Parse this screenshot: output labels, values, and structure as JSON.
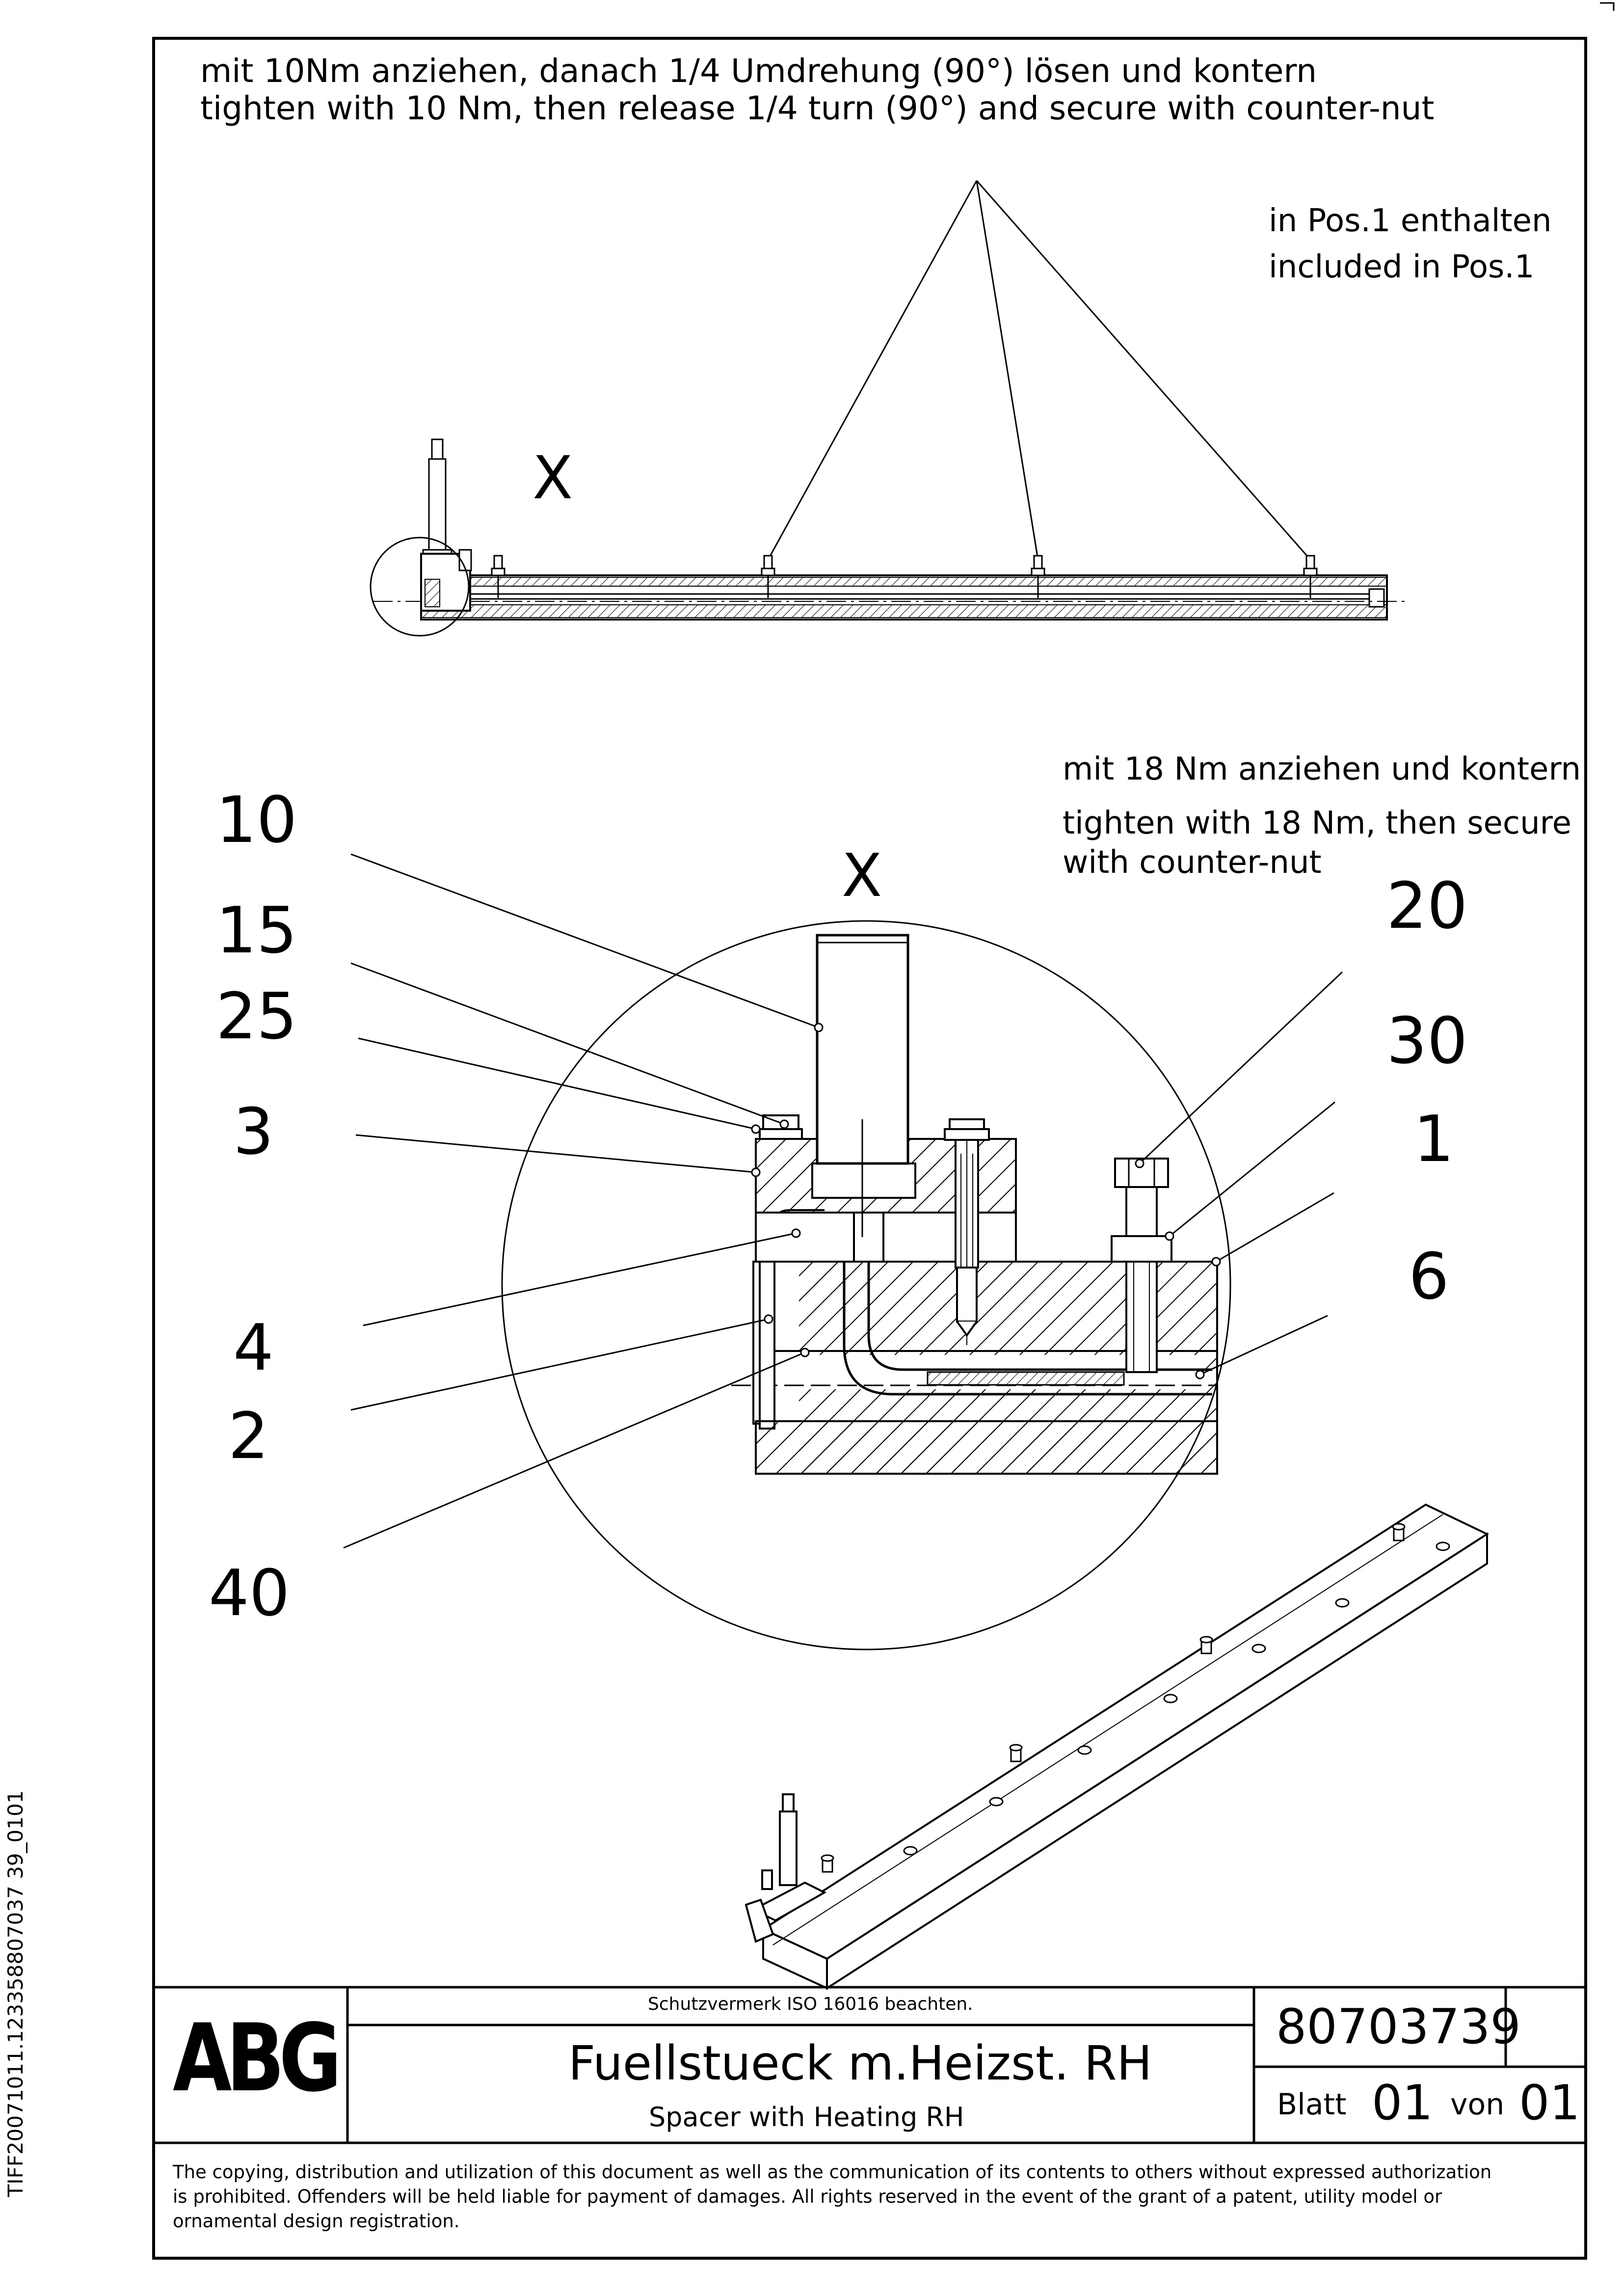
{
  "notes": {
    "torque_10_de": "mit 10Nm anziehen, danach 1/4 Umdrehung (90°) lösen und kontern",
    "torque_10_en": "tighten with 10 Nm, then release 1/4 turn (90°) and secure with counter-nut",
    "included_de": "in Pos.1 enthalten",
    "included_en": "included in Pos.1",
    "torque_18_de": "mit 18 Nm anziehen und kontern",
    "torque_18_en_1": "tighten with 18 Nm, then secure",
    "torque_18_en_2": "with counter-nut"
  },
  "detail_marks": {
    "overview": "X",
    "detail": "X"
  },
  "positions": {
    "left": [
      "10",
      "15",
      "25",
      "3",
      "4",
      "2",
      "40"
    ],
    "right": [
      "20",
      "30",
      "1",
      "6"
    ]
  },
  "title_block": {
    "logo": "ABG",
    "protection_note": "Schutzvermerk ISO 16016 beachten.",
    "title_de": "Fuellstueck m.Heizst. RH",
    "title_en": "Spacer with Heating RH",
    "drawing_number": "80703739",
    "sheet_label": "Blatt",
    "sheet_number": "01",
    "of_label": "von",
    "sheet_total": "01"
  },
  "copyright": {
    "line1": "The copying, distribution and utilization of this document as well as the communication of its contents to others without expressed authorization",
    "line2": "is prohibited. Offenders will be held liable for payment of damages. All rights reserved in the event of the grant of a patent, utility model or",
    "line3": "ornamental design registration."
  },
  "side_id": "TIFF20071011.123358807037 39_0101"
}
